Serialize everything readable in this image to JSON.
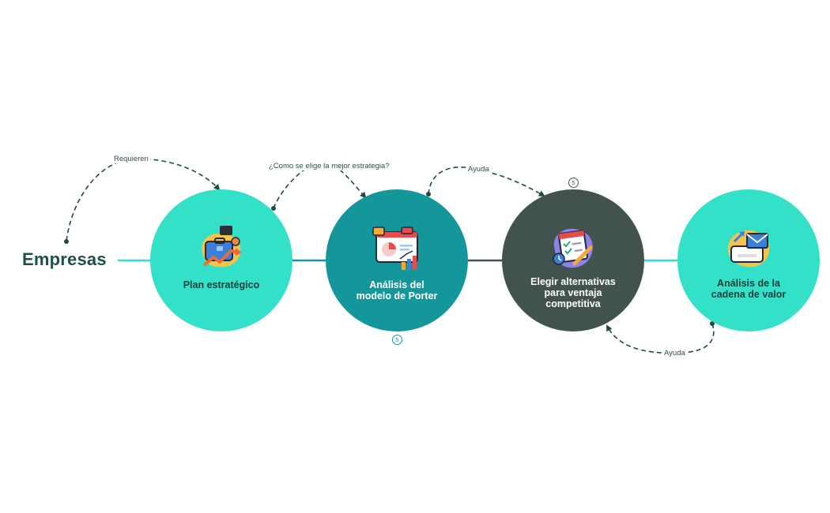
{
  "root": {
    "label": "Empresas"
  },
  "nodes": [
    {
      "title": "Plan estratégico",
      "color": "#33e0c8",
      "icon": "briefcase-growth-icon"
    },
    {
      "title": "Análisis del\nmodelo de Porter",
      "color": "#13979b",
      "icon": "analytics-dashboard-icon"
    },
    {
      "title": "Elegir alternativas\npara ventaja\ncompetitiva",
      "color": "#42524f",
      "icon": "calendar-checklist-icon"
    },
    {
      "title": "Análisis de la\ncadena de valor",
      "color": "#33e0c8",
      "icon": "inbox-mail-icon"
    }
  ],
  "connections": [
    {
      "label": "Requieren"
    },
    {
      "label": "¿Como se elige la mejor estrategia?"
    },
    {
      "label": "Ayuda"
    },
    {
      "label": "Ayuda"
    }
  ],
  "badges": [
    {
      "value": "5"
    },
    {
      "value": "5"
    }
  ],
  "colors": {
    "line_light": "#33e0c8",
    "line_teal": "#13979b",
    "line_dark": "#42524f",
    "dashed": "#1f4a45",
    "text_dark": "#1f4f4a"
  }
}
